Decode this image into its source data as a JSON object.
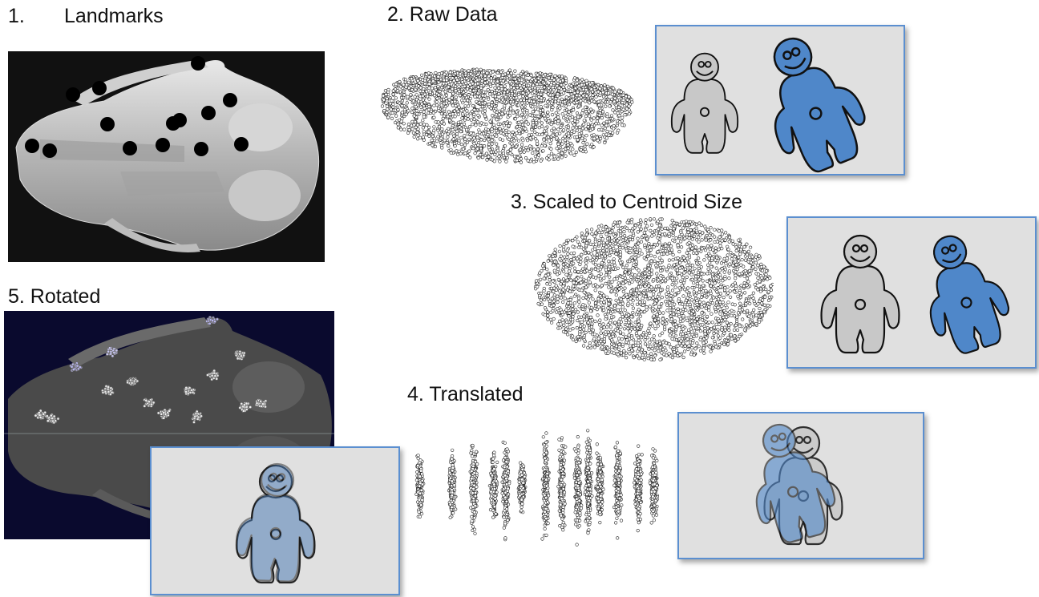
{
  "steps": {
    "landmarks": {
      "number": "1.",
      "title": "Landmarks"
    },
    "raw_data": {
      "title": "2. Raw Data"
    },
    "scaled": {
      "title": "3. Scaled to Centroid Size"
    },
    "translated": {
      "title": "4. Translated"
    },
    "rotated": {
      "title": "5. Rotated"
    }
  },
  "colors": {
    "figure_fill_gray": "#c8c8c8",
    "figure_fill_blue": "#4f87c9",
    "box_border": "#5b8fd0",
    "box_background": "#e0e0e0",
    "rotated_background": "#0a0a2e"
  }
}
